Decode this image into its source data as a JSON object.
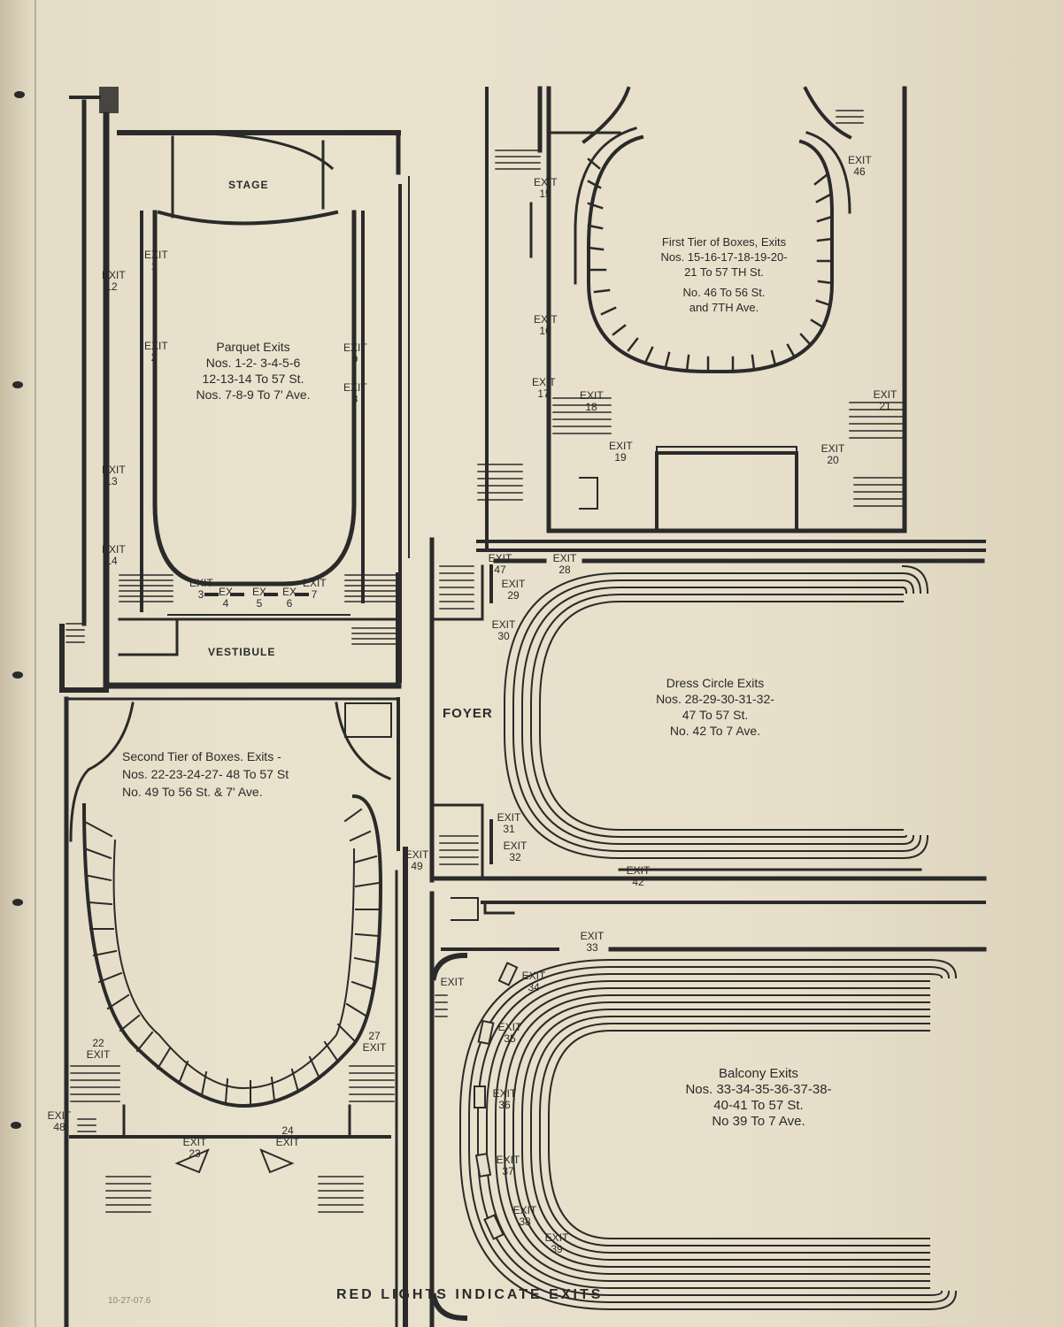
{
  "caption": "RED LIGHTS INDICATE EXITS",
  "pencil_note": "10-27-07.6",
  "colors": {
    "paper": "#e7dfca",
    "ink": "#2a2a2a",
    "binding": "#b9ae95"
  },
  "parquet": {
    "stage": "STAGE",
    "vestibule": "VESTIBULE",
    "heading": "Parquet Exits",
    "line1": "Nos. 1-2- 3-4-5-6",
    "line2": "12-13-14 To 57 St.",
    "line3": "Nos. 7-8-9 To 7' Ave.",
    "exits": {
      "e1": "EXIT 1",
      "e2": "EXIT 2",
      "e12": "EXIT 12",
      "e13": "EXIT 13",
      "e14": "EXIT 14",
      "e9": "EXIT 9",
      "e8": "EXIT 8",
      "e3": "EXIT 3",
      "e4": "EX 4",
      "e5": "EX 5",
      "e6": "EX 6",
      "e7": "EXIT 7"
    }
  },
  "first_tier": {
    "heading": "First Tier of Boxes, Exits",
    "line1": "Nos. 15-16-17-18-19-20-",
    "line2": "21 To 57 TH St.",
    "line3": "No. 46 To 56 St.",
    "line4": "and 7TH Ave.",
    "exits": {
      "e15": "EXIT 15",
      "e16": "EXIT 16",
      "e17": "EXIT 17",
      "e18": "EXIT 18",
      "e19": "EXIT 19",
      "e20": "EXIT 20",
      "e21": "EXIT 21",
      "e46": "EXIT 46"
    }
  },
  "dress_circle": {
    "foyer": "FOYER",
    "heading": "Dress Circle Exits",
    "line1": "Nos. 28-29-30-31-32-",
    "line2": "47 To 57 St.",
    "line3": "No. 42 To 7 Ave.",
    "exits": {
      "e47": "EXIT 47",
      "e28": "EXIT 28",
      "e29": "EXIT 29",
      "e30": "EXIT 30",
      "e31": "EXIT 31",
      "e32": "EXIT 32",
      "e42": "EXIT 42"
    }
  },
  "second_tier": {
    "heading": "Second Tier of Boxes. Exits -",
    "line1": "Nos. 22-23-24-27- 48 To 57 St",
    "line2": "No. 49 To 56 St. & 7' Ave.",
    "exits": {
      "e22": "22 EXIT",
      "e27": "27 EXIT",
      "e48": "EXIT 48",
      "e23": "EXIT 23",
      "e24": "24 EXIT",
      "e49": "EXIT 49"
    }
  },
  "balcony": {
    "heading": "Balcony Exits",
    "line1": "Nos. 33-34-35-36-37-38-",
    "line2": "40-41 To 57 St.",
    "line3": "No 39 To 7 Ave.",
    "exits": {
      "e33": "EXIT 33",
      "eside": "EXIT",
      "e34": "EXIT 34",
      "e35": "EXIT 35",
      "e36": "EXIT 36",
      "e37": "EXIT 37",
      "e38": "EXIT 38",
      "e39": "EXIT 39"
    }
  }
}
